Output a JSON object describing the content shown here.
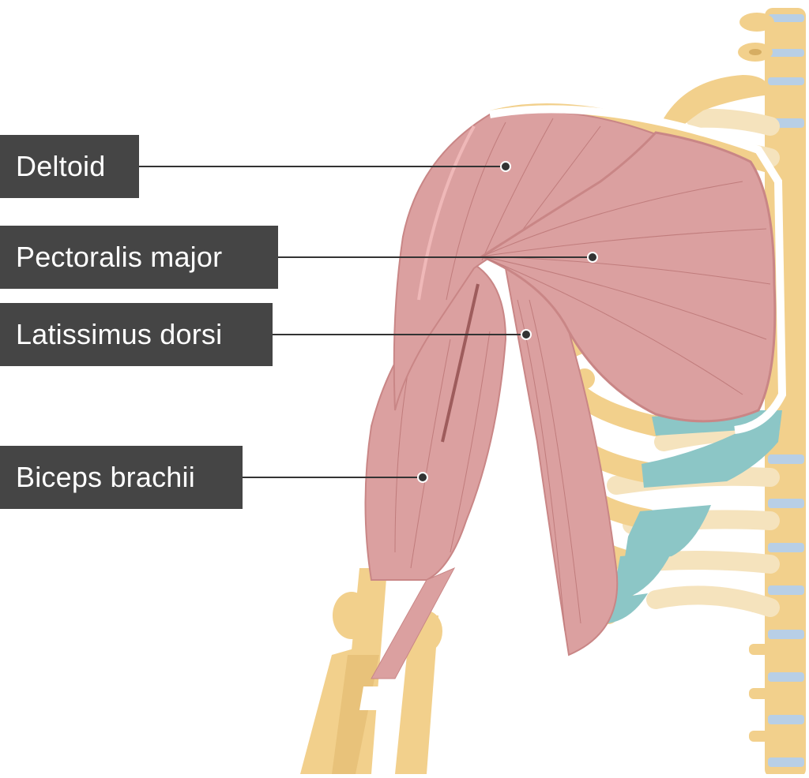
{
  "labels": [
    {
      "id": "deltoid",
      "text": "Deltoid"
    },
    {
      "id": "pectoralis-major",
      "text": "Pectoralis major"
    },
    {
      "id": "latissimus-dorsi",
      "text": "Latissimus dorsi"
    },
    {
      "id": "biceps-brachii",
      "text": "Biceps brachii"
    }
  ],
  "colors": {
    "label_background": "#454545",
    "label_text": "#ffffff",
    "muscle": "#dba0a0",
    "muscle_dark": "#c98686",
    "muscle_line": "#c07c7c",
    "bone": "#f2d08c",
    "bone_light": "#f5e3bd",
    "cartilage": "#8cc6c6",
    "disc": "#b8cfe6",
    "leader_line": "#333333"
  }
}
